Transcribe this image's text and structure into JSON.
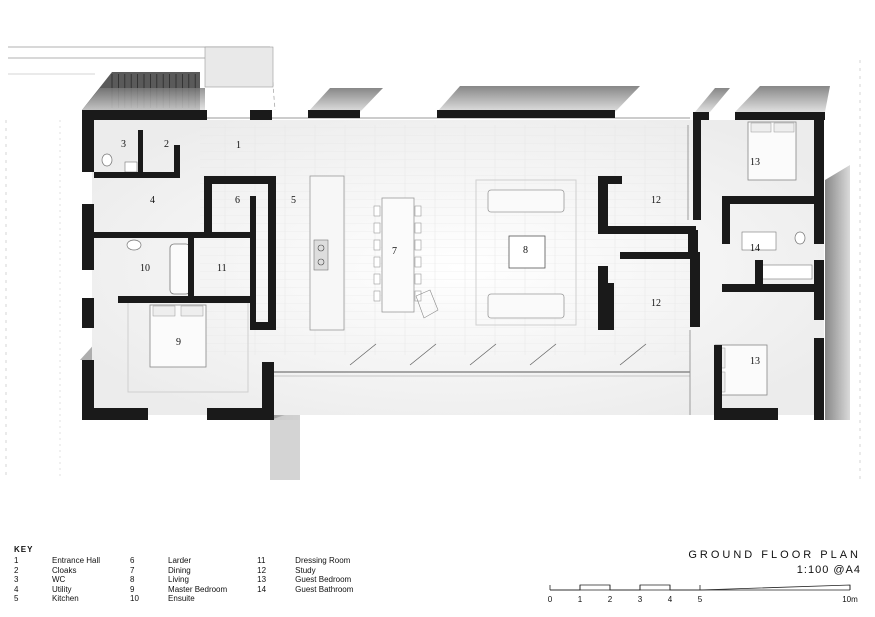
{
  "drawing": {
    "title": "GROUND FLOOR PLAN",
    "scale": "1:100 @A4"
  },
  "key": {
    "heading": "KEY",
    "columns": [
      [
        {
          "num": "1",
          "name": "Entrance Hall"
        },
        {
          "num": "2",
          "name": "Cloaks"
        },
        {
          "num": "3",
          "name": "WC"
        },
        {
          "num": "4",
          "name": "Utility"
        },
        {
          "num": "5",
          "name": "Kitchen"
        }
      ],
      [
        {
          "num": "6",
          "name": "Larder"
        },
        {
          "num": "7",
          "name": "Dining"
        },
        {
          "num": "8",
          "name": "Living"
        },
        {
          "num": "9",
          "name": "Master Bedroom"
        },
        {
          "num": "10",
          "name": "Ensuite"
        }
      ],
      [
        {
          "num": "11",
          "name": "Dressing Room"
        },
        {
          "num": "12",
          "name": "Study"
        },
        {
          "num": "13",
          "name": "Guest Bedroom"
        },
        {
          "num": "14",
          "name": "Guest Bathroom"
        }
      ]
    ]
  },
  "room_labels": [
    "1",
    "2",
    "3",
    "4",
    "5",
    "6",
    "7",
    "8",
    "9",
    "10",
    "11",
    "12",
    "12",
    "13",
    "13",
    "14"
  ],
  "scale_bar": {
    "ticks": [
      "0",
      "1",
      "2",
      "3",
      "4",
      "5",
      "10m"
    ]
  },
  "colors": {
    "wall": "#1a1a1a",
    "shadow": "#8a8a8a",
    "floor": "#f4f4f4",
    "line": "#cccccc"
  }
}
